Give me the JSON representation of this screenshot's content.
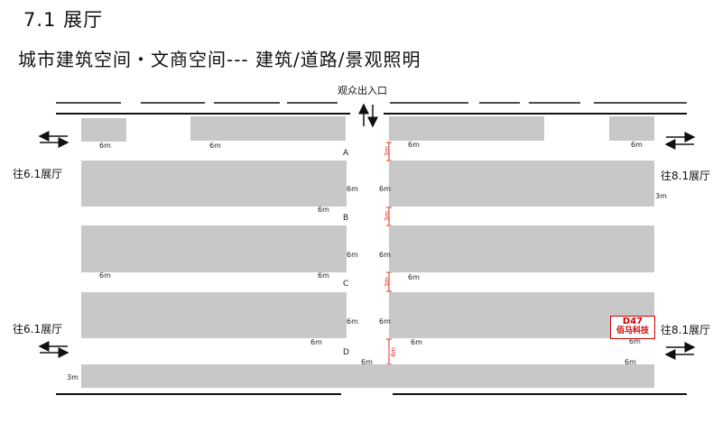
{
  "title": "7.1 展厅",
  "subtitle": "城市建筑空间・文商空间--- 建筑/道路/景观照明",
  "entrance_label": "观众出入口",
  "halls": {
    "left_top": "往6.1展厅",
    "left_bottom": "往6.1展厅",
    "right_top": "往8.1展厅",
    "right_bottom": "往8.1展厅"
  },
  "rows": [
    "A",
    "B",
    "C",
    "D"
  ],
  "dims": {
    "six": "6m",
    "three": "3m",
    "four": "4m"
  },
  "booth": {
    "code": "D47",
    "name": "佰马科技",
    "color": "#d00000"
  },
  "colors": {
    "block": "#c8c8c8",
    "aisle_marker": "#e0301e"
  }
}
